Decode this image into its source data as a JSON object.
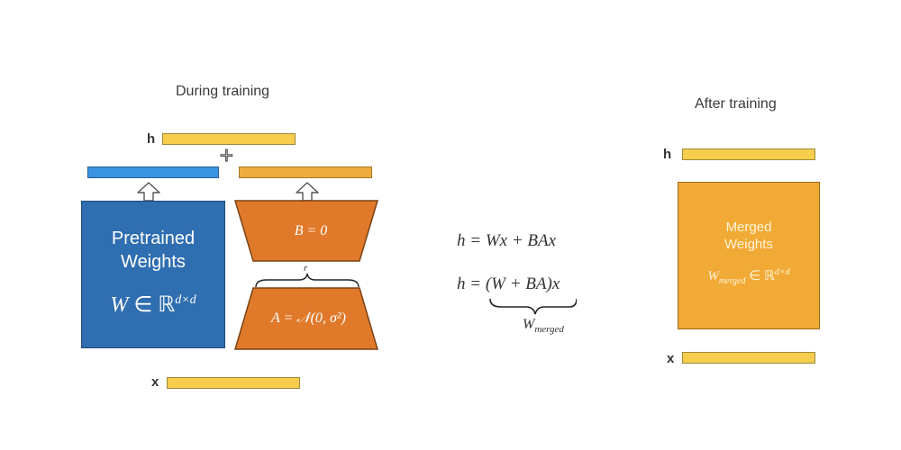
{
  "during": {
    "heading": "During training",
    "h_label": "h",
    "x_label": "x",
    "plus_symbol": "+",
    "pretrained": {
      "title_line1": "Pretrained",
      "title_line2": "Weights",
      "formula_var": "W",
      "formula_in": " ∈ ℝ",
      "formula_sup": "d×d"
    },
    "trap_b_label": "B = 0",
    "trap_a_label": "A = 𝒩(0, σ²)",
    "rank_label": "r"
  },
  "equations": {
    "eq1": "h = Wx + BAx",
    "eq2_prefix": "h = ",
    "eq2_under": "(W + BA)",
    "eq2_suffix": "x",
    "merged_var": "W",
    "merged_sub": "merged"
  },
  "after": {
    "heading": "After training",
    "h_label": "h",
    "x_label": "x",
    "merged_title_line1": "Merged",
    "merged_title_line2": "Weights",
    "formula_var": "W",
    "formula_sub": "merged",
    "formula_in": " ∈ ℝ",
    "formula_sup": "d×d"
  },
  "colors": {
    "pretrained_blue": "#2f6eb0",
    "vector_blue": "#3a93e0",
    "lora_orange": "#e07a2a",
    "vector_yellow": "#f6cd4c",
    "merged_orange": "#f2aa37"
  }
}
